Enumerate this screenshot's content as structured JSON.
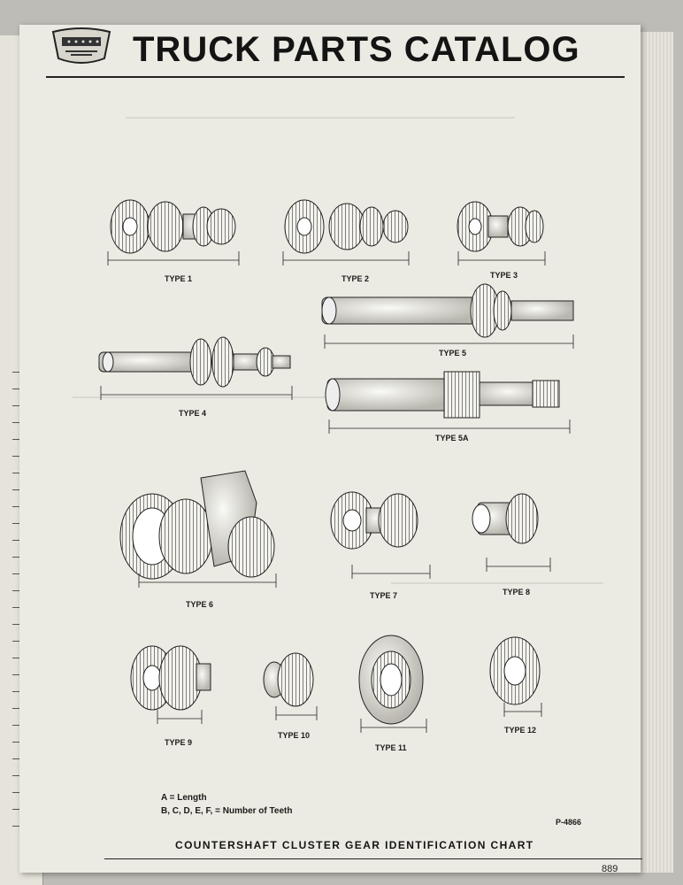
{
  "header": {
    "title": "TRUCK PARTS CATALOG"
  },
  "types": [
    {
      "id": "type-1",
      "label": "TYPE 1"
    },
    {
      "id": "type-2",
      "label": "TYPE 2"
    },
    {
      "id": "type-3",
      "label": "TYPE 3"
    },
    {
      "id": "type-4",
      "label": "TYPE 4"
    },
    {
      "id": "type-5",
      "label": "TYPE 5"
    },
    {
      "id": "type-5a",
      "label": "TYPE 5A"
    },
    {
      "id": "type-6",
      "label": "TYPE 6"
    },
    {
      "id": "type-7",
      "label": "TYPE 7"
    },
    {
      "id": "type-8",
      "label": "TYPE 8"
    },
    {
      "id": "type-9",
      "label": "TYPE 9"
    },
    {
      "id": "type-10",
      "label": "TYPE 10"
    },
    {
      "id": "type-11",
      "label": "TYPE 11"
    },
    {
      "id": "type-12",
      "label": "TYPE 12"
    }
  ],
  "legend": {
    "line1": "A = Length",
    "line2": "B, C, D, E, F, = Number of Teeth"
  },
  "figure_number": "P-4866",
  "footer": {
    "chart_title": "COUNTERSHAFT CLUSTER GEAR IDENTIFICATION CHART",
    "page_number": "889"
  }
}
